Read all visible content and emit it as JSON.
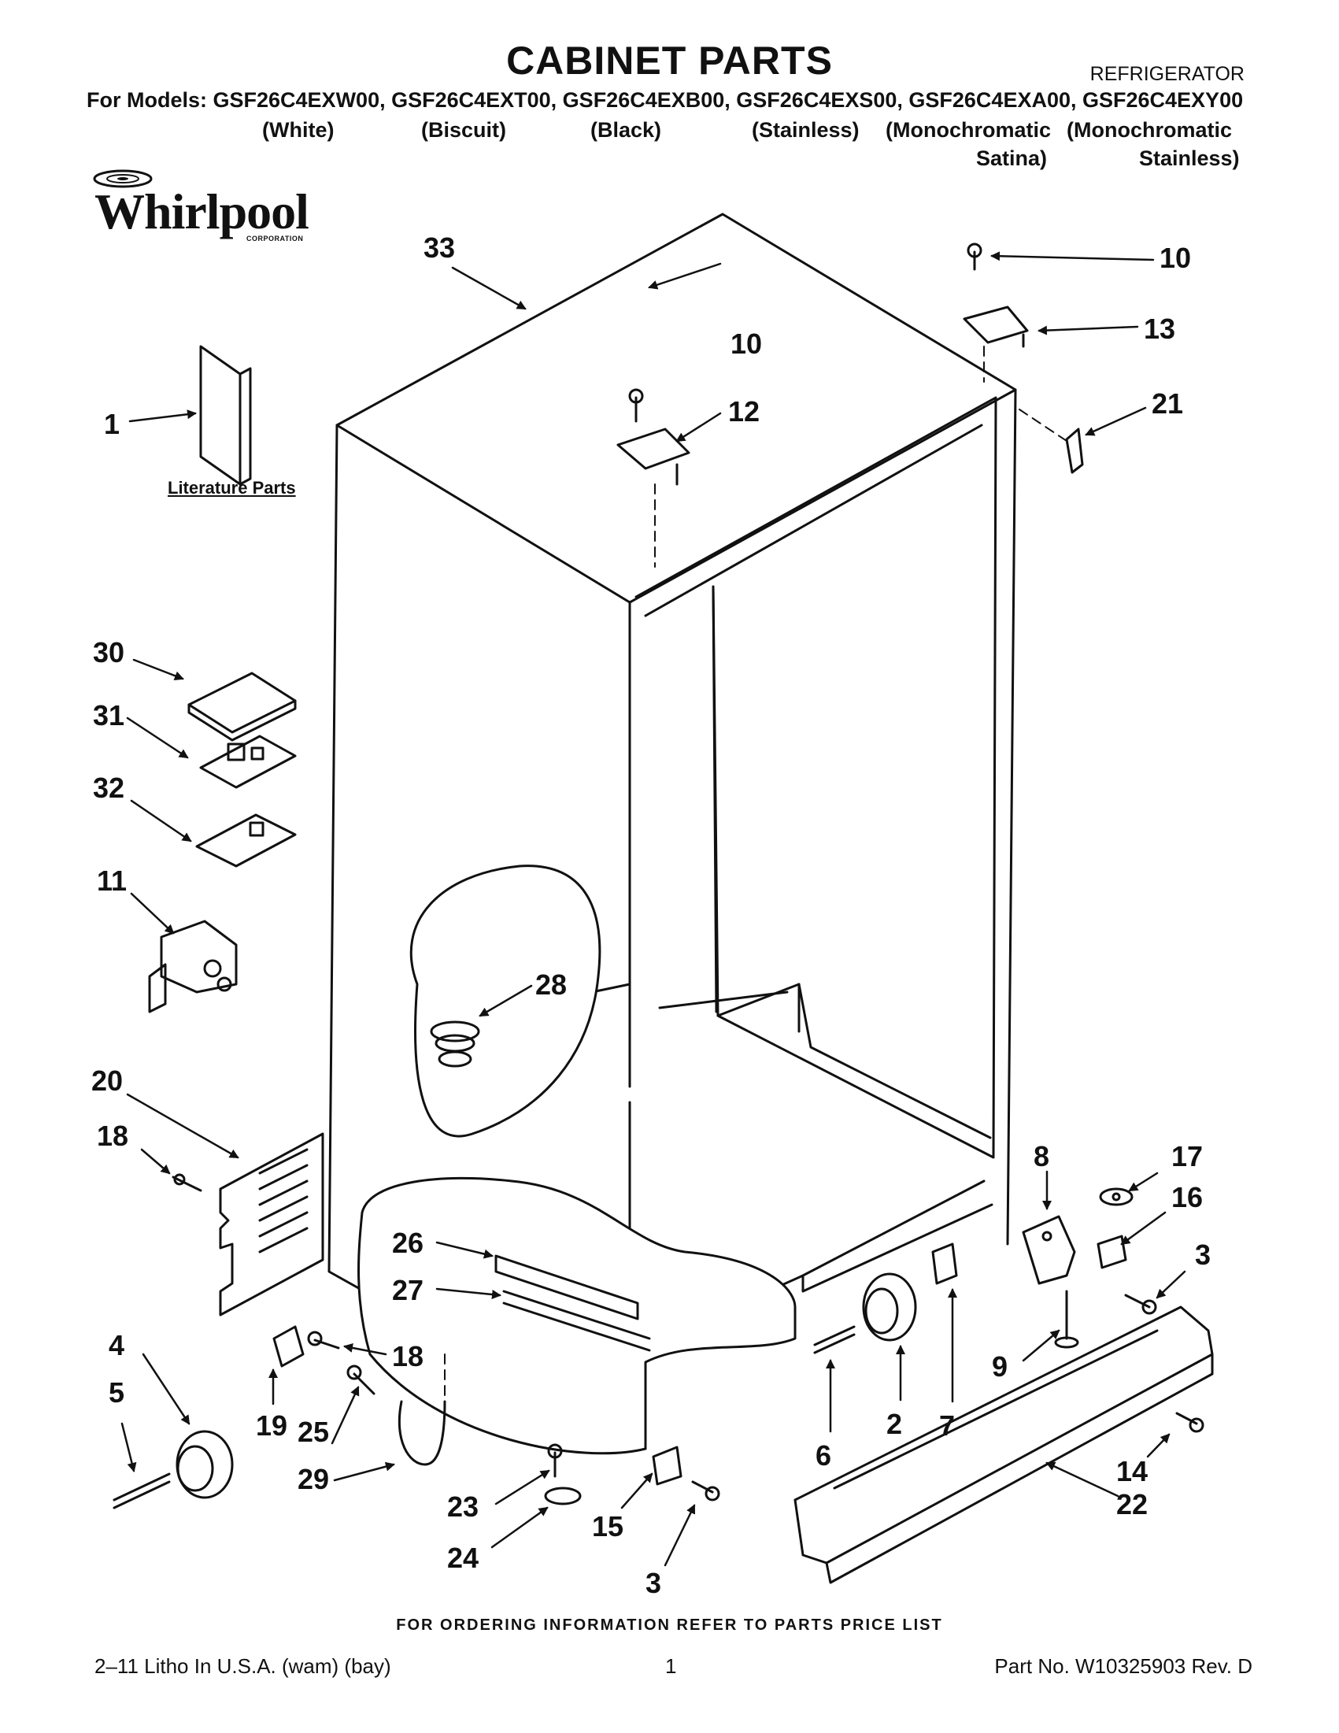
{
  "header": {
    "title": "CABINET PARTS",
    "doc_type": "REFRIGERATOR",
    "models_line": "For Models: GSF26C4EXW00, GSF26C4EXT00, GSF26C4EXB00, GSF26C4EXS00, GSF26C4EXA00, GSF26C4EXY00",
    "variants": [
      "(White)",
      "(Biscuit)",
      "(Black)",
      "(Stainless)",
      "(Monochromatic",
      "(Monochromatic",
      "Satina)",
      "Stainless)"
    ]
  },
  "logo": {
    "word": "Whirlpool",
    "sub": "CORPORATION"
  },
  "literature_label": "Literature Parts",
  "callouts": [
    "33",
    "10",
    "10",
    "13",
    "12",
    "21",
    "1",
    "30",
    "31",
    "32",
    "11",
    "28",
    "20",
    "18",
    "8",
    "17",
    "16",
    "3",
    "26",
    "27",
    "4",
    "5",
    "19",
    "18",
    "25",
    "29",
    "6",
    "2",
    "7",
    "9",
    "14",
    "22",
    "23",
    "24",
    "15",
    "3"
  ],
  "footer": {
    "ordering": "FOR ORDERING INFORMATION REFER TO PARTS PRICE LIST",
    "litho": "2–11 Litho In U.S.A. (wam) (bay)",
    "page": "1",
    "part_no": "Part No. W10325903 Rev. D"
  }
}
